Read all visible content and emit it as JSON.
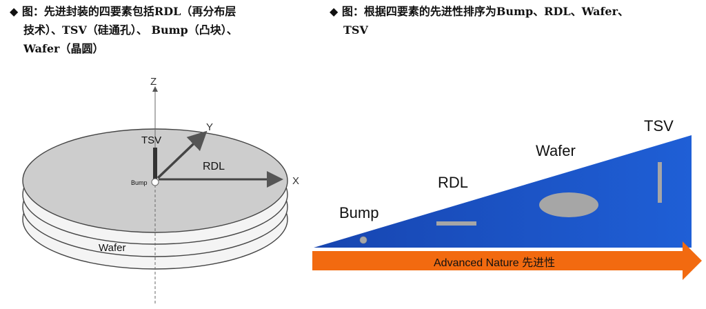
{
  "left_caption": {
    "bullet": "◆",
    "line1": "图：先进封装的四要素包括RDL（再分布层",
    "line2": "技术）、TSV（硅通孔）、 Bump（凸块）、",
    "line3": "Wafer（晶圆）"
  },
  "right_caption": {
    "bullet": "◆",
    "line1": "图：根据四要素的先进性排序为Bump、RDL、Wafer、",
    "line2": "TSV"
  },
  "left_diagram": {
    "axis_z": "Z",
    "axis_y": "Y",
    "axis_x": "X",
    "tsv": "TSV",
    "rdl": "RDL",
    "bump": "Bump",
    "wafer": "Wafer"
  },
  "right_diagram": {
    "bump": "Bump",
    "rdl": "RDL",
    "wafer": "Wafer",
    "tsv": "TSV",
    "arrow_text": "Advanced Nature 先进性",
    "colors": {
      "wedge": "#1a55c8",
      "arrow": "#f26a10",
      "element": "#a6a6a6"
    }
  }
}
